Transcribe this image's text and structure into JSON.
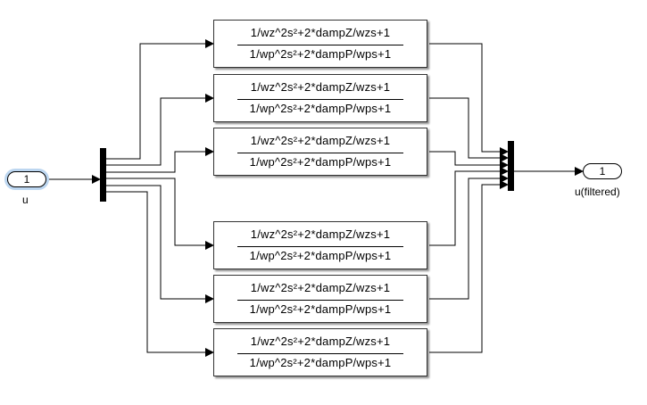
{
  "diagram": {
    "inport": {
      "number": "1",
      "label": "u",
      "selected": true
    },
    "outport": {
      "number": "1",
      "label": "u(filtered)"
    },
    "demux": {
      "outputs": 6
    },
    "mux": {
      "inputs": 6
    },
    "transfer_fcn_blocks": [
      {
        "numerator": "1/wz^2s²+2*dampZ/wzs+1",
        "denominator": "1/wp^2s²+2*dampP/wps+1"
      },
      {
        "numerator": "1/wz^2s²+2*dampZ/wzs+1",
        "denominator": "1/wp^2s²+2*dampP/wps+1"
      },
      {
        "numerator": "1/wz^2s²+2*dampZ/wzs+1",
        "denominator": "1/wp^2s²+2*dampP/wps+1"
      },
      {
        "numerator": "1/wz^2s²+2*dampZ/wzs+1",
        "denominator": "1/wp^2s²+2*dampP/wps+1"
      },
      {
        "numerator": "1/wz^2s²+2*dampZ/wzs+1",
        "denominator": "1/wp^2s²+2*dampP/wps+1"
      },
      {
        "numerator": "1/wz^2s²+2*dampZ/wzs+1",
        "denominator": "1/wp^2s²+2*dampP/wps+1"
      }
    ],
    "colors": {
      "line": "#000000",
      "selection": "#bcd6f0"
    }
  }
}
